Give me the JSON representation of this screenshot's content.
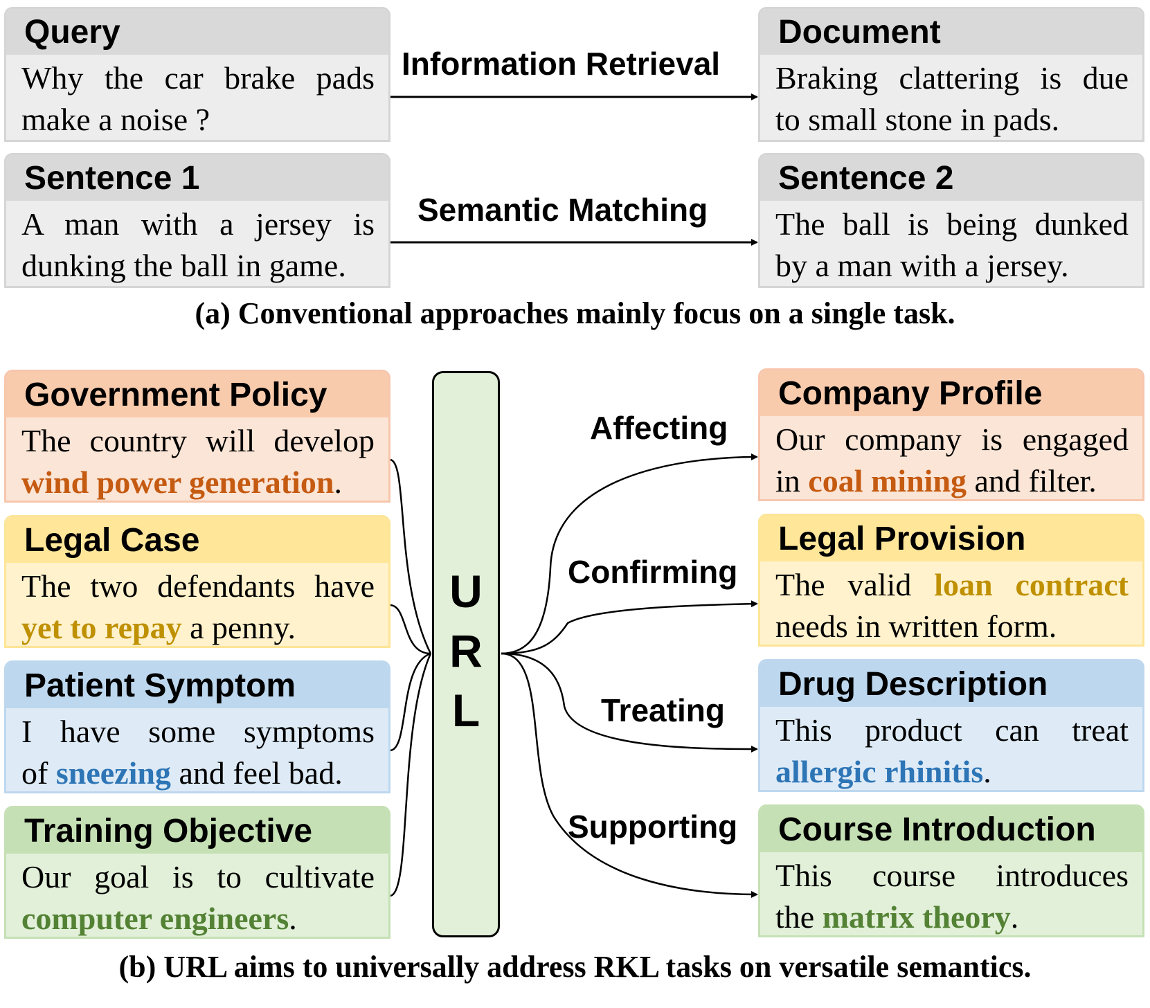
{
  "part_a": {
    "caption": "(a) Conventional approaches mainly focus on a single task.",
    "tasks": [
      {
        "label": "Information Retrieval",
        "left": {
          "title": "Query",
          "lines": [
            "Why the car brake pads",
            "make a noise ?"
          ]
        },
        "right": {
          "title": "Document",
          "lines": [
            "Braking clattering is due",
            "to small stone in pads."
          ]
        }
      },
      {
        "label": "Semantic Matching",
        "left": {
          "title": "Sentence 1",
          "lines": [
            "A man with a jersey is",
            "dunking the ball in game."
          ]
        },
        "right": {
          "title": "Sentence 2",
          "lines": [
            "The ball is being dunked",
            "by a man with a jersey."
          ]
        }
      }
    ]
  },
  "part_b": {
    "caption": "(b) URL aims to universally address RKL tasks on versatile semantics.",
    "model": {
      "letters": [
        "U",
        "R",
        "L"
      ]
    },
    "left_cards": [
      {
        "theme": "orange",
        "title": "Government Policy",
        "line1": "The country will develop",
        "line2_before": "",
        "line2_highlight": "wind power generation",
        "line2_after": "."
      },
      {
        "theme": "yellow",
        "title": "Legal Case",
        "line1": "The two defendants have",
        "line2_before": "",
        "line2_highlight": "yet to repay",
        "line2_after": " a penny."
      },
      {
        "theme": "blue",
        "title": "Patient Symptom",
        "line1": "I have some symptoms",
        "line2_before": "of ",
        "line2_highlight": "sneezing",
        "line2_after": " and feel bad."
      },
      {
        "theme": "green",
        "title": "Training Objective",
        "line1": "Our goal is to cultivate",
        "line2_before": "",
        "line2_highlight": "computer engineers",
        "line2_after": "."
      }
    ],
    "right_cards": [
      {
        "theme": "orange",
        "title": "Company Profile",
        "line1": "Our company is engaged",
        "line2_before": "in ",
        "line2_highlight": "coal mining",
        "line2_after": " and filter."
      },
      {
        "theme": "yellow",
        "title": "Legal Provision",
        "line1_before": "The valid ",
        "line1_highlight": "loan contract",
        "line2": "needs in written form."
      },
      {
        "theme": "blue",
        "title": "Drug Description",
        "line1": "This product can treat",
        "line2_before": "",
        "line2_highlight": "allergic rhinitis",
        "line2_after": "."
      },
      {
        "theme": "green",
        "title": "Course Introduction",
        "line1": "This course introduces",
        "line2_before": "the ",
        "line2_highlight": "matrix theory",
        "line2_after": "."
      }
    ],
    "relations": [
      "Affecting",
      "Confirming",
      "Treating",
      "Supporting"
    ]
  }
}
